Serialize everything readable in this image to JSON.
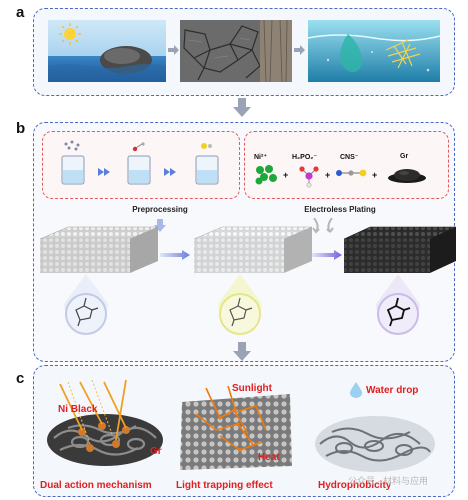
{
  "panels": {
    "a": {
      "letter": "a"
    },
    "b": {
      "letter": "b",
      "preprocessing_caption": "Preprocessing",
      "plating_caption": "Electroless Plating",
      "reagents": {
        "ni": "Ni²⁺",
        "h2po2": "H₂PO₂⁻",
        "cns": "CNS⁻",
        "gr": "Gr",
        "plus": "+"
      }
    },
    "c": {
      "letter": "c",
      "labels": {
        "ni_black": "Ni Black",
        "gr": "Gr",
        "sunlight": "Sunlight",
        "heat": "Heat",
        "water_drop": "Water drop"
      },
      "captions": {
        "dual": "Dual action mechanism",
        "trapping": "Light trapping effect",
        "hydro": "Hydrophobicity"
      }
    }
  },
  "watermark": "公众号 · 材料与应用",
  "colors": {
    "panel_border": "#4a68c8",
    "reagent_border": "#e05a62",
    "label_red": "#e02020",
    "arrow_gray": "#9aa3b5"
  }
}
